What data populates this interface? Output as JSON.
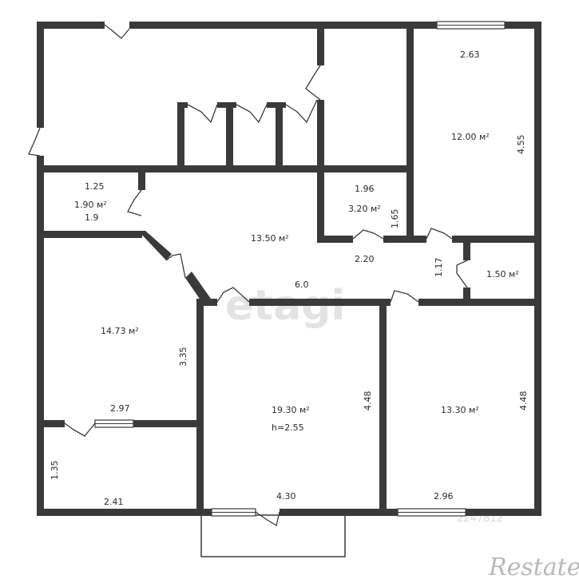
{
  "rooms": {
    "room_top_right_area": "12.00 м²",
    "room_small_left_area": "1.90 м²",
    "room_small_center_area": "3.20 м²",
    "hall_area": "13.50 м²",
    "closet_right_area": "1.50 м²",
    "room_left_area": "14.73 м²",
    "room_center_area": "19.30 м²",
    "room_center_height": "h=2.55",
    "room_right_area": "13.30 м²"
  },
  "dimensions": {
    "d_2_63": "2.63",
    "d_4_55": "4.55",
    "d_1_25": "1.25",
    "d_1_9": "1.9",
    "d_1_96": "1.96",
    "d_1_65": "1.65",
    "d_2_20": "2.20",
    "d_1_17": "1.17",
    "d_6_0": "6.0",
    "d_3_35": "3.35",
    "d_2_97": "2.97",
    "d_1_35": "1.35",
    "d_2_41": "2.41",
    "d_4_48_center": "4.48",
    "d_4_30": "4.30",
    "d_4_48_right": "4.48",
    "d_2_96": "2.96"
  },
  "watermarks": {
    "center": "etagi",
    "bottom_right": "2247812",
    "corner": "Restate"
  }
}
